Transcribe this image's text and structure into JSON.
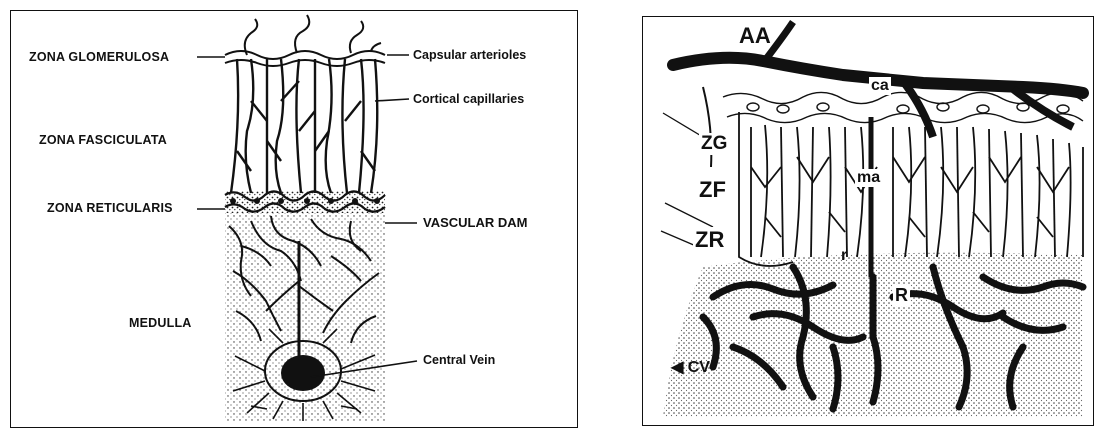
{
  "left_diagram": {
    "zones": {
      "glomerulosa": "ZONA GLOMERULOSA",
      "fasciculata": "ZONA FASCICULATA",
      "reticularis": "ZONA RETICULARIS",
      "medulla": "MEDULLA"
    },
    "annotations": {
      "capsular_arterioles": "Capsular arterioles",
      "cortical_capillaries": "Cortical capillaries",
      "vascular_dam": "VASCULAR DAM",
      "central_vein": "Central Vein"
    }
  },
  "right_diagram": {
    "labels": {
      "aa": "AA",
      "ca": "ca",
      "zg": "ZG",
      "zf": "ZF",
      "ma": "ma",
      "zr": "ZR",
      "r_small": "r",
      "r": "R",
      "cv": "CV"
    }
  }
}
